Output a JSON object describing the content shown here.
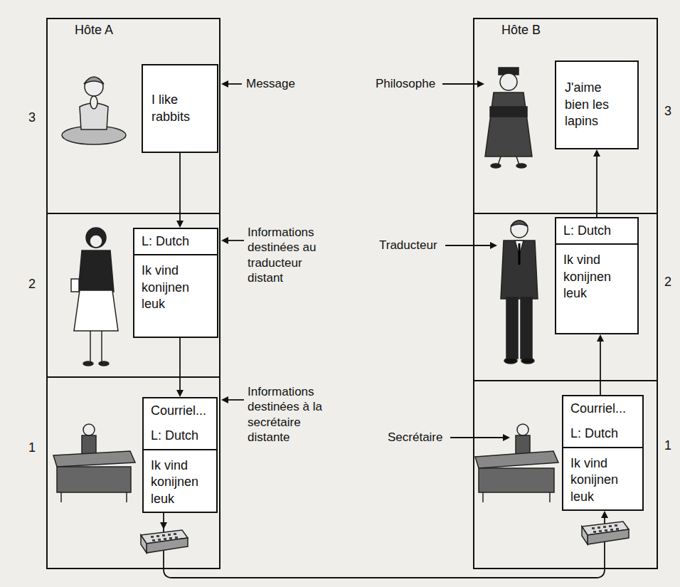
{
  "diagram": {
    "nodes": [
      {
        "text": [
          "Hôte A"
        ]
      },
      {
        "text": [
          "I like rabbits"
        ],
        "in": 0
      },
      {
        "text": [
          "L: Dutch",
          "Ik vind konijnen leuk"
        ],
        "in": 0
      },
      {
        "text": [
          "Courriel...",
          "L: Dutch",
          "Ik vind konijnen leuk"
        ],
        "in": 0
      },
      {
        "text": [
          "Hôte B"
        ]
      },
      {
        "text": [
          "J'aime bien les lapins"
        ],
        "in": 4
      },
      {
        "text": [
          "L: Dutch",
          "Ik vind konijnen leuk"
        ],
        "in": 4
      },
      {
        "text": [
          "Courriel...",
          "L: Dutch",
          "Ik vind konijnen leuk"
        ],
        "in": 4
      }
    ],
    "edges": [
      {
        "from": 1,
        "to": 2,
        "arrow": "to"
      },
      {
        "from": 2,
        "to": 3,
        "arrow": "to"
      },
      {
        "from": 3,
        "to": 7,
        "arrow": "to"
      },
      {
        "from": 7,
        "to": 6,
        "arrow": "to"
      },
      {
        "from": 6,
        "to": 5,
        "arrow": "to"
      }
    ],
    "labels": [
      "Message",
      "Informations destinées au traducteur distant",
      "Informations destinées à la secrétaire distante",
      "Philosophe",
      "Traducteur",
      "Secrétaire",
      "3",
      "2",
      "1",
      "3",
      "2",
      "1"
    ]
  }
}
